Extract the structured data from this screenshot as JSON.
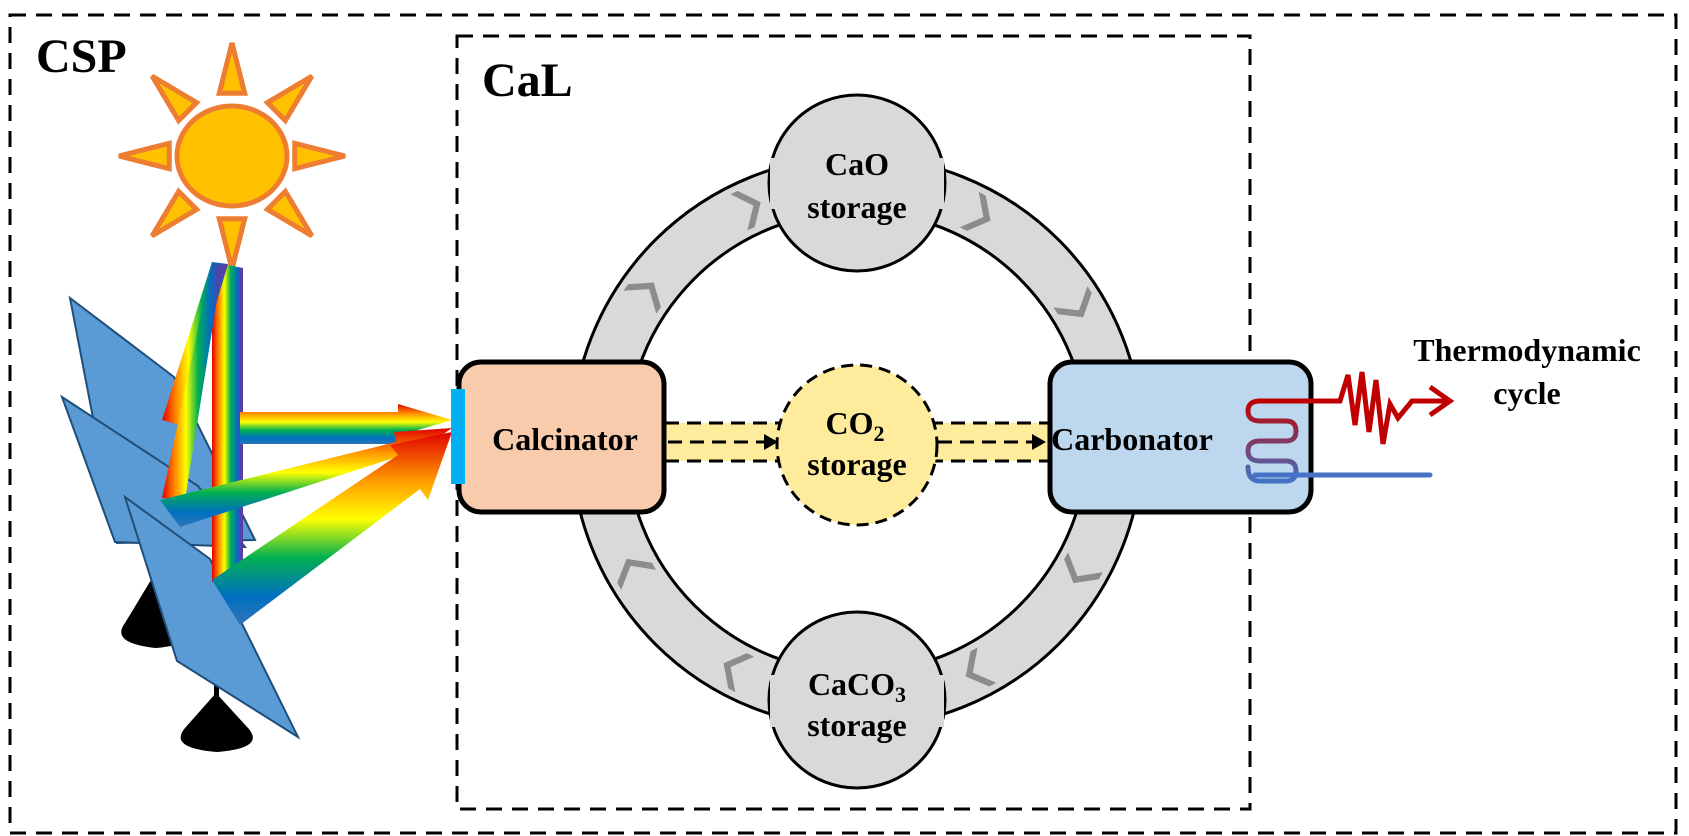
{
  "sections": {
    "csp": {
      "label": "CSP"
    },
    "cal": {
      "label": "CaL"
    }
  },
  "components": {
    "calcinator": {
      "label": "Calcinator",
      "fill": "#f8cbad"
    },
    "carbonator": {
      "label": "Carbonator",
      "fill": "#bdd7ee"
    },
    "cao_storage": {
      "line1": "CaO",
      "line2": "storage",
      "fill": "#d9d9d9"
    },
    "co2_storage": {
      "line1_main": "CO",
      "line1_sub": "2",
      "line2": "storage",
      "fill": "#ffeb9c"
    },
    "caco3_storage": {
      "line1_main": "CaCO",
      "line1_sub": "3",
      "line2": "storage",
      "fill": "#d9d9d9"
    }
  },
  "output": {
    "line1": "Thermodynamic",
    "line2": "cycle"
  },
  "colors": {
    "sun_fill": "#ffc000",
    "sun_stroke": "#ed7d31",
    "heliostat_fill": "#5b9bd5",
    "heliostat_stroke": "#1f4e79",
    "receiver": "#00b0f0",
    "hot_line": "#c00000",
    "cold_line": "#4472c4",
    "ring_arrow": "#8c8c8c"
  }
}
